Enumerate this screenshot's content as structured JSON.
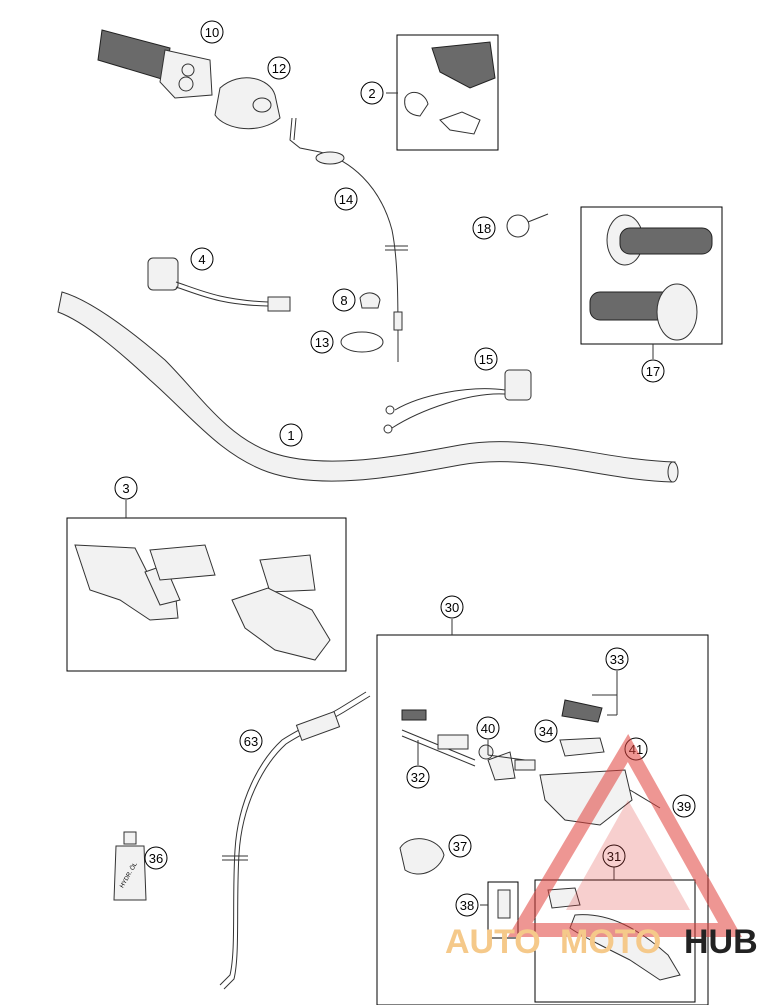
{
  "diagram": {
    "callouts": [
      {
        "id": "c10",
        "label": "10"
      },
      {
        "id": "c12",
        "label": "12"
      },
      {
        "id": "c2",
        "label": "2"
      },
      {
        "id": "c14",
        "label": "14"
      },
      {
        "id": "c18",
        "label": "18"
      },
      {
        "id": "c4",
        "label": "4"
      },
      {
        "id": "c8",
        "label": "8"
      },
      {
        "id": "c13",
        "label": "13"
      },
      {
        "id": "c15",
        "label": "15"
      },
      {
        "id": "c17",
        "label": "17"
      },
      {
        "id": "c1",
        "label": "1"
      },
      {
        "id": "c3",
        "label": "3"
      },
      {
        "id": "c30",
        "label": "30"
      },
      {
        "id": "c33",
        "label": "33"
      },
      {
        "id": "c63",
        "label": "63"
      },
      {
        "id": "c40",
        "label": "40"
      },
      {
        "id": "c34",
        "label": "34"
      },
      {
        "id": "c41",
        "label": "41"
      },
      {
        "id": "c32",
        "label": "32"
      },
      {
        "id": "c39",
        "label": "39"
      },
      {
        "id": "c37",
        "label": "37"
      },
      {
        "id": "c31",
        "label": "31"
      },
      {
        "id": "c36",
        "label": "36"
      },
      {
        "id": "c38",
        "label": "38"
      }
    ],
    "bottle_label": "HYDR. ÖL"
  },
  "watermark": {
    "part1": "AUTO",
    "part2": "MOTO",
    "part3": "HUB",
    "color_light": "#f5c98a",
    "color_dark": "#222222",
    "triangle_color": "#e0403a"
  }
}
